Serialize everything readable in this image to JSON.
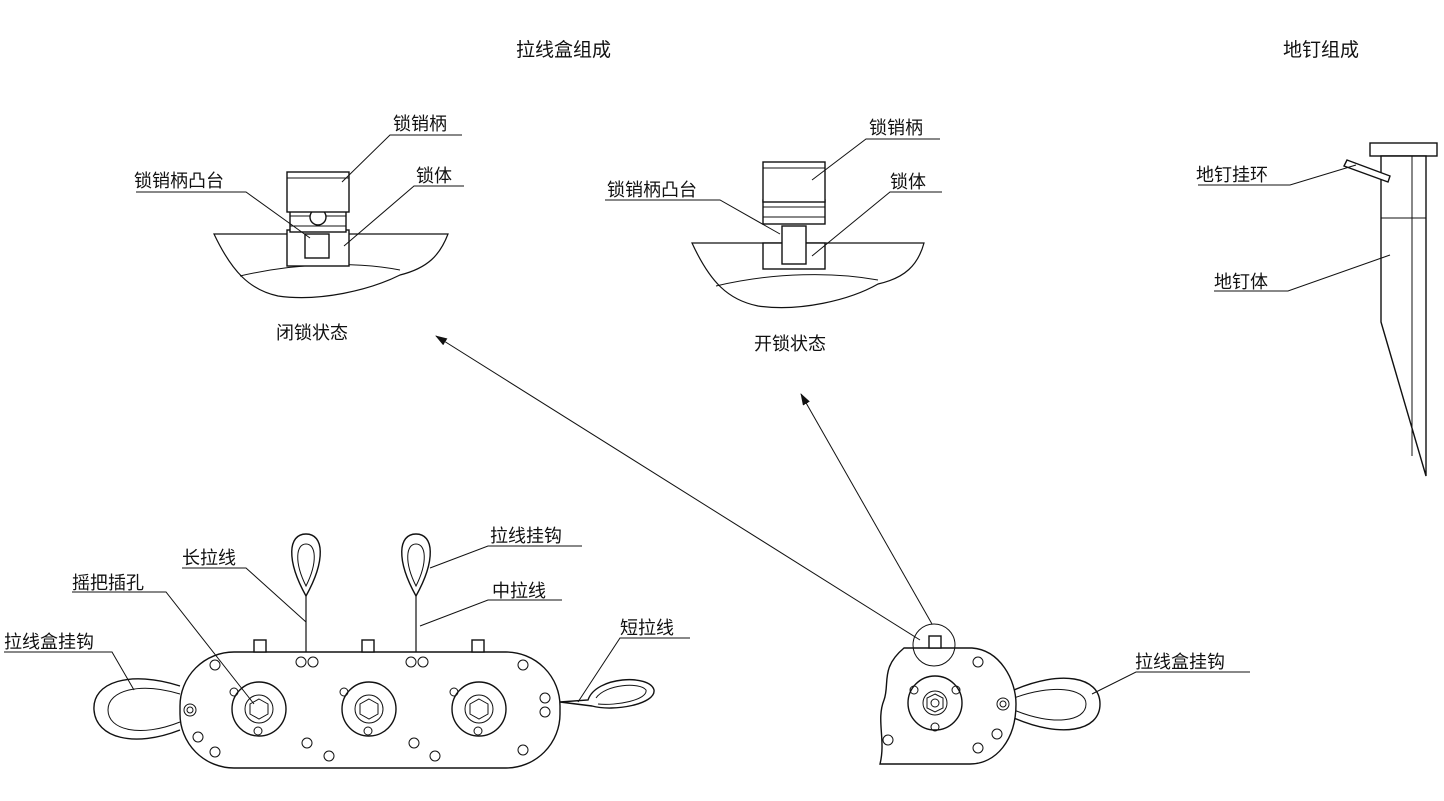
{
  "titles": {
    "box_assembly": "拉线盒组成",
    "stake_assembly": "地钉组成"
  },
  "closed_state": {
    "handle": "锁销柄",
    "handle_boss": "锁销柄凸台",
    "lock_body": "锁体",
    "caption": "闭锁状态"
  },
  "open_state": {
    "handle": "锁销柄",
    "handle_boss": "锁销柄凸台",
    "lock_body": "锁体",
    "caption": "开锁状态"
  },
  "stake": {
    "ring": "地钉挂环",
    "body": "地钉体"
  },
  "main_box": {
    "long_wire": "长拉线",
    "crank_hole": "摇把插孔",
    "box_hook": "拉线盒挂钩",
    "wire_hook": "拉线挂钩",
    "mid_wire": "中拉线",
    "short_wire": "短拉线"
  },
  "side_box": {
    "box_hook": "拉线盒挂钩"
  }
}
